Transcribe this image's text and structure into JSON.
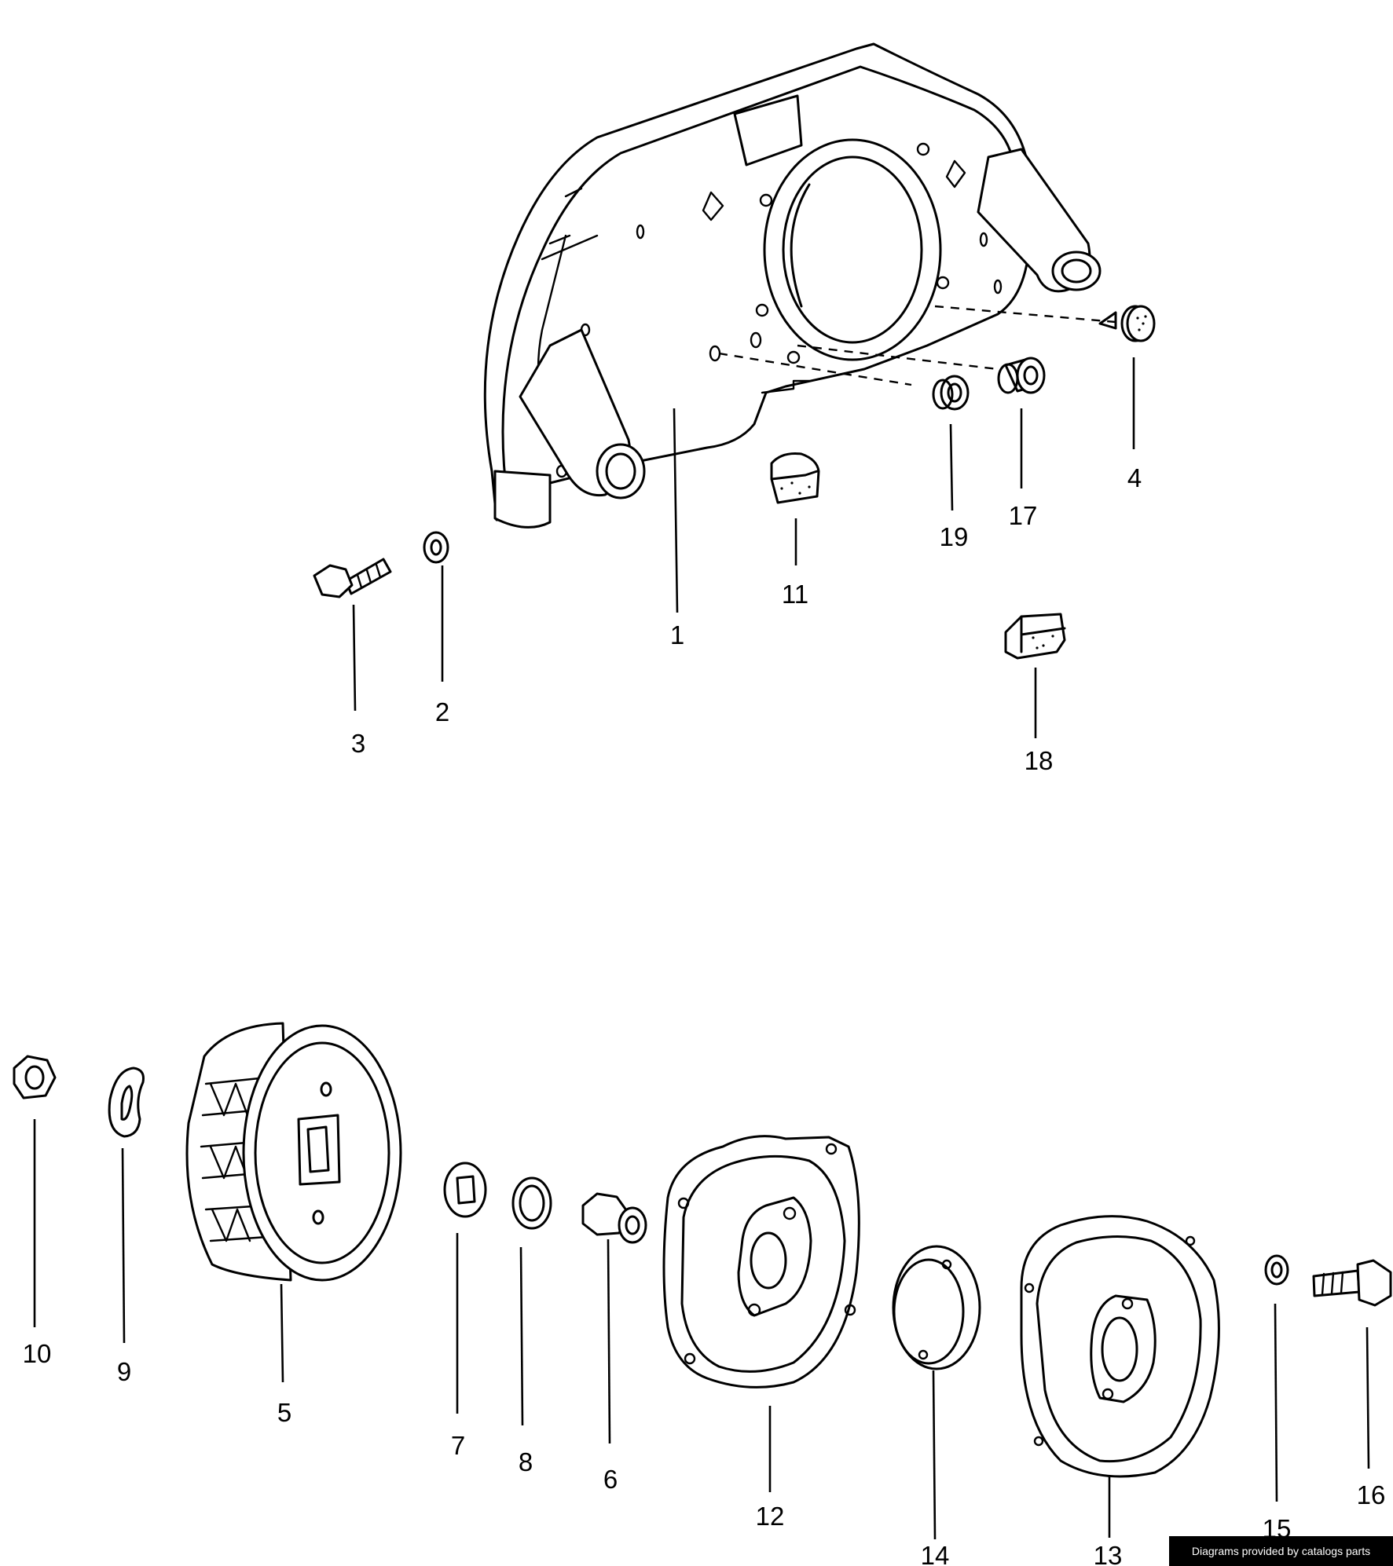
{
  "diagram": {
    "callouts": {
      "c1": "1",
      "c2": "2",
      "c3": "3",
      "c4": "4",
      "c5": "5",
      "c6": "6",
      "c7": "7",
      "c8": "8",
      "c9": "9",
      "c10": "10",
      "c11": "11",
      "c12": "12",
      "c13": "13",
      "c14": "14",
      "c15": "15",
      "c16": "16",
      "c17": "17",
      "c18": "18",
      "c19": "19"
    }
  },
  "footer": {
    "credit": "Diagrams provided by catalogs parts"
  }
}
